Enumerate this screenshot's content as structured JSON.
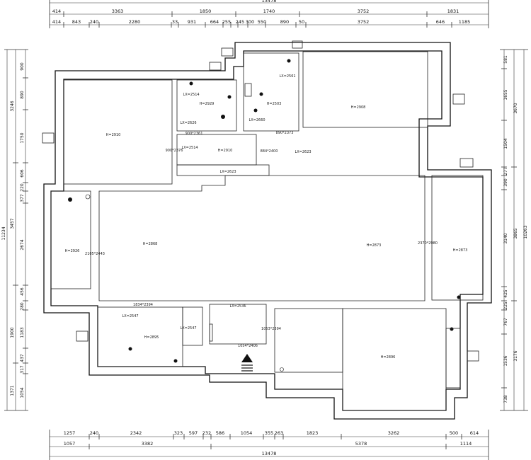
{
  "dims": {
    "top_total": "13478",
    "top_row1": [
      "414",
      "3363",
      "1850",
      "1740",
      "3752",
      "1831"
    ],
    "top_row2": [
      "414",
      "843",
      "240",
      "2280",
      "33",
      "931",
      "664",
      "255",
      "245",
      "300",
      "550",
      "890",
      "50",
      "3752",
      "646",
      "1185"
    ],
    "bottom_row1": [
      "1257",
      "240",
      "2342",
      "323",
      "597",
      "232",
      "586",
      "1054",
      "355",
      "263",
      "1823",
      "3262",
      "500",
      "614"
    ],
    "bottom_row2": [
      "1057",
      "3382",
      "5378",
      "1114"
    ],
    "bottom_total": "13478",
    "left_row_a": [
      "900",
      "890",
      "1750",
      "606",
      "220",
      "377",
      "2674",
      "456",
      "280",
      "1183",
      "437",
      "317",
      "1054"
    ],
    "left_row_b": [
      "3246",
      "3457",
      "1900",
      "1371"
    ],
    "left_total": "11234",
    "right_row_a": [
      "581",
      "1655",
      "1504",
      "277",
      "390",
      "3140",
      "425",
      "225",
      "767",
      "1536",
      "738"
    ],
    "right_row_b": [
      "3670",
      "3865",
      "3176"
    ],
    "right_total": "10263"
  },
  "rooms": [
    {
      "key": "r1",
      "label": "H=2910"
    },
    {
      "key": "r2",
      "label": "H=2929"
    },
    {
      "key": "r3",
      "label": "H=2503"
    },
    {
      "key": "r4",
      "label": "H=2908"
    },
    {
      "key": "r5",
      "label": "H=2910"
    },
    {
      "key": "r6",
      "label": "H=2926"
    },
    {
      "key": "r7",
      "label": "H=2868"
    },
    {
      "key": "r8",
      "label": "H=2873"
    },
    {
      "key": "r9",
      "label": "H=2873"
    },
    {
      "key": "r10",
      "label": "H=2895"
    },
    {
      "key": "r11",
      "label": "H=2896"
    }
  ],
  "openings": [
    {
      "key": "o1",
      "label": "900*2361"
    },
    {
      "key": "o2",
      "label": "890*2373"
    },
    {
      "key": "o3",
      "label": "900*2376"
    },
    {
      "key": "o4",
      "label": "884*2400"
    },
    {
      "key": "o5",
      "label": "2105*2443"
    },
    {
      "key": "o6",
      "label": "2370*2980"
    },
    {
      "key": "o7",
      "label": "1834*2394"
    },
    {
      "key": "o8",
      "label": "1053*2394"
    },
    {
      "key": "o9",
      "label": "1054*2406"
    }
  ],
  "beams": [
    {
      "key": "b1",
      "label": "LX=2514"
    },
    {
      "key": "b2",
      "label": "LX=2626"
    },
    {
      "key": "b3",
      "label": "LX=2514"
    },
    {
      "key": "b4",
      "label": "LX=2623"
    },
    {
      "key": "b5",
      "label": "LX=2660"
    },
    {
      "key": "b6",
      "label": "LX=2561"
    },
    {
      "key": "b7",
      "label": "LX=2623"
    },
    {
      "key": "b8",
      "label": "LX=2547"
    },
    {
      "key": "b9",
      "label": "LX=2547"
    },
    {
      "key": "b10",
      "label": "LX=2536"
    }
  ]
}
